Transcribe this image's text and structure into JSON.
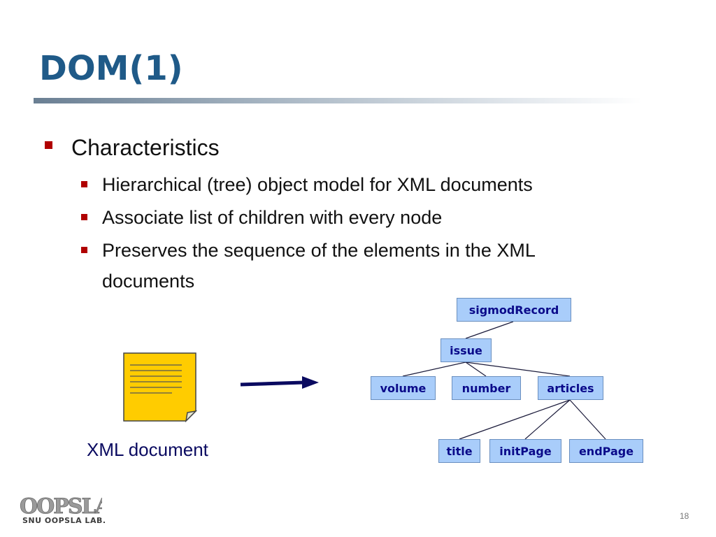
{
  "slide": {
    "title": "DOM(1)",
    "page_number": "18"
  },
  "bullets": {
    "level1": "Characteristics",
    "level2": [
      "Hierarchical (tree) object model for XML documents",
      "Associate list of children with every node",
      "Preserves the sequence of the elements in the XML",
      "documents"
    ]
  },
  "figure": {
    "doc_label": "XML document",
    "tree": {
      "root": "sigmodRecord",
      "issue": "issue",
      "volume": "volume",
      "number": "number",
      "articles": "articles",
      "title": "title",
      "initPage": "initPage",
      "endPage": "endPage"
    }
  },
  "footer": {
    "lab_name": "SNU OOPSLA LAB.",
    "logo_text": "OOPSLA"
  },
  "colors": {
    "title": "#1f5a88",
    "bullet_mark": "#b00000",
    "node_fill": "#a9cdfa",
    "node_text": "#0a0a8a",
    "doc_fill": "#ffcc00",
    "arrow": "#0a0a60"
  }
}
